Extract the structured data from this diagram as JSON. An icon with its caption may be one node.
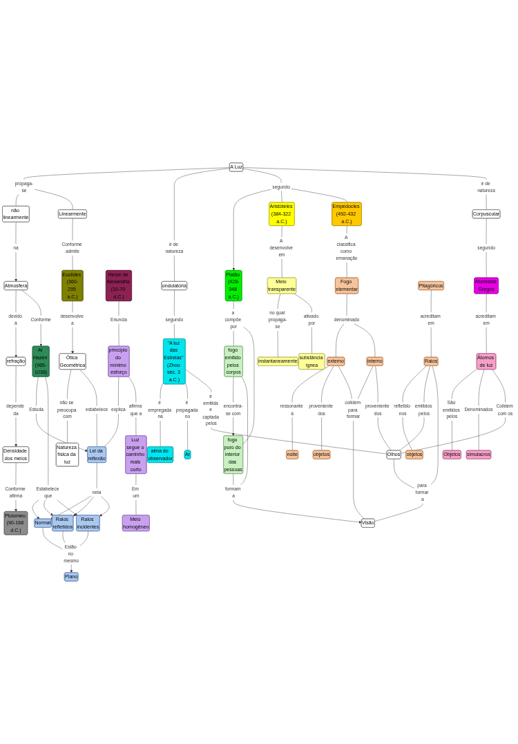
{
  "diagram": {
    "nodes": [
      {
        "text": [
          "A Luz"
        ]
      },
      {
        "text": [
          "propaga-se"
        ]
      },
      {
        "text": [
          "é de natureza"
        ]
      },
      {
        "text": [
          "segundo"
        ]
      },
      {
        "text": [
          "é de natureza"
        ]
      },
      {
        "text": [
          "não linearmente"
        ]
      },
      {
        "text": [
          "Linearmente"
        ]
      },
      {
        "text": [
          "na"
        ]
      },
      {
        "text": [
          "Atmosfera"
        ]
      },
      {
        "text": [
          "devido à"
        ]
      },
      {
        "text": [
          "refração"
        ]
      },
      {
        "text": [
          "depende da"
        ]
      },
      {
        "text": [
          "Densidade dos meios"
        ]
      },
      {
        "text": [
          "Conforme afirma"
        ]
      },
      {
        "text": [
          "Ptolomeu (90-168 d.C.)"
        ]
      },
      {
        "text": [
          "Conforme"
        ]
      },
      {
        "text": [
          "Al Hazen (965-1038)"
        ]
      },
      {
        "text": [
          "Estuda"
        ]
      },
      {
        "text": [
          "Estabelece que"
        ]
      },
      {
        "text": [
          "Lei da reflexão"
        ]
      },
      {
        "text": [
          "nela"
        ]
      },
      {
        "text": [
          "Normal"
        ]
      },
      {
        "text": [
          "Raios refletidos"
        ]
      },
      {
        "text": [
          "Raios incidentes"
        ]
      },
      {
        "text": [
          "Estão no mesmo"
        ]
      },
      {
        "text": [
          "Plano"
        ]
      },
      {
        "text": [
          "Conforme admite"
        ]
      },
      {
        "text": [
          "Euclides (360-295 a.C.)"
        ]
      },
      {
        "text": [
          "desenvolve a"
        ]
      },
      {
        "text": [
          "Ótica Geométrica"
        ]
      },
      {
        "text": [
          "não se preocupa com"
        ]
      },
      {
        "text": [
          "Natureza física da luz"
        ]
      },
      {
        "text": [
          "estabelece"
        ]
      },
      {
        "text": [
          "Heron de Alexandria (10-70 d.C.)"
        ]
      },
      {
        "text": [
          "Enuncia"
        ]
      },
      {
        "text": [
          "princípio do mínimo esforço"
        ]
      },
      {
        "text": [
          "explica"
        ]
      },
      {
        "text": [
          "afirma que a"
        ]
      },
      {
        "text": [
          "Luz segue o caminho mais curto"
        ]
      },
      {
        "text": [
          "Em um"
        ]
      },
      {
        "text": [
          "Meio homogêneo"
        ]
      },
      {
        "text": [
          "ondulatória"
        ]
      },
      {
        "text": [
          "segundo"
        ]
      },
      {
        "text": [
          "\"A luz das Estrelas\" (Zhou séc. 3 a.C.)"
        ]
      },
      {
        "text": [
          "é empregada na"
        ]
      },
      {
        "text": [
          "alma do observador"
        ]
      },
      {
        "text": [
          "é propagada no"
        ]
      },
      {
        "text": [
          "Ar"
        ]
      },
      {
        "text": [
          "é emitida e captada pelos"
        ]
      },
      {
        "text": [
          "Platão (428-348 a.C.)"
        ]
      },
      {
        "text": [
          "a compõe por"
        ]
      },
      {
        "text": [
          "fogo emitido pelos corpos"
        ]
      },
      {
        "text": [
          "fogo puro do interior das pessoas"
        ]
      },
      {
        "text": [
          "encontra-se com"
        ]
      },
      {
        "text": [
          "formam a"
        ]
      },
      {
        "text": [
          "Visão"
        ]
      },
      {
        "text": [
          "Aristóteles (384-322 a.C.)"
        ]
      },
      {
        "text": [
          "A desenvolve em"
        ]
      },
      {
        "text": [
          "Meio transparente"
        ]
      },
      {
        "text": [
          "no qual propaga-se"
        ]
      },
      {
        "text": [
          "instantaneamente"
        ]
      },
      {
        "text": [
          "ativado por"
        ]
      },
      {
        "text": [
          "substância ígnea"
        ]
      },
      {
        "text": [
          "Empédocles (492-432 a.C.)"
        ]
      },
      {
        "text": [
          "A classifica como emanação"
        ]
      },
      {
        "text": [
          "Fogo elementar"
        ]
      },
      {
        "text": [
          "denominado"
        ]
      },
      {
        "text": [
          "externo"
        ]
      },
      {
        "text": [
          "interno"
        ]
      },
      {
        "text": [
          "ressonante à"
        ]
      },
      {
        "text": [
          "noite"
        ]
      },
      {
        "text": [
          "proveniente dos"
        ]
      },
      {
        "text": [
          "objetos"
        ]
      },
      {
        "text": [
          "colidem para formar"
        ]
      },
      {
        "text": [
          "proveniente dos"
        ]
      },
      {
        "text": [
          "Olhos"
        ]
      },
      {
        "text": [
          "Pitagóricos"
        ]
      },
      {
        "text": [
          "acreditam em"
        ]
      },
      {
        "text": [
          "Raios"
        ]
      },
      {
        "text": [
          "refletido nos"
        ]
      },
      {
        "text": [
          "objetos"
        ]
      },
      {
        "text": [
          "emitidos pelos"
        ]
      },
      {
        "text": [
          "para formar a"
        ]
      },
      {
        "text": [
          "Corpuscular"
        ]
      },
      {
        "text": [
          "segundo"
        ]
      },
      {
        "text": [
          "Atomistas Gregos"
        ]
      },
      {
        "text": [
          "acreditam em"
        ]
      },
      {
        "text": [
          "Átomos de luz"
        ]
      },
      {
        "text": [
          "São emitidos pelos"
        ]
      },
      {
        "text": [
          "Objetos"
        ]
      },
      {
        "text": [
          "Denominados"
        ]
      },
      {
        "text": [
          "simulacros"
        ]
      },
      {
        "text": [
          "Colidem com os"
        ]
      }
    ],
    "edges": [
      {
        "from": 0,
        "to": 1,
        "arrow": "none"
      },
      {
        "from": 0,
        "to": 2,
        "arrow": "none"
      },
      {
        "from": 0,
        "to": 3,
        "arrow": "none"
      },
      {
        "from": 0,
        "to": 4,
        "arrow": "none"
      },
      {
        "from": 1,
        "to": 5,
        "arrow": "none"
      },
      {
        "from": 1,
        "to": 6,
        "arrow": "none"
      },
      {
        "from": 5,
        "to": 7,
        "arrow": "none"
      },
      {
        "from": 7,
        "to": 8,
        "arrow": "to"
      },
      {
        "from": 8,
        "to": 9,
        "arrow": "none"
      },
      {
        "from": 9,
        "to": 10,
        "arrow": "to"
      },
      {
        "from": 10,
        "to": 11,
        "arrow": "none"
      },
      {
        "from": 11,
        "to": 12,
        "arrow": "to"
      },
      {
        "from": 12,
        "to": 13,
        "arrow": "none"
      },
      {
        "from": 13,
        "to": 14,
        "arrow": "to"
      },
      {
        "from": 8,
        "to": 15,
        "arrow": "none"
      },
      {
        "from": 15,
        "to": 16,
        "arrow": "to"
      },
      {
        "from": 16,
        "to": 17,
        "arrow": "none"
      },
      {
        "from": 17,
        "to": 19,
        "arrow": "to"
      },
      {
        "from": 16,
        "to": 18,
        "arrow": "none"
      },
      {
        "from": 18,
        "to": 21,
        "arrow": "to"
      },
      {
        "from": 18,
        "to": 22,
        "arrow": "to"
      },
      {
        "from": 18,
        "to": 23,
        "arrow": "to"
      },
      {
        "from": 19,
        "to": 20,
        "arrow": "none"
      },
      {
        "from": 20,
        "to": 21,
        "arrow": "to"
      },
      {
        "from": 20,
        "to": 22,
        "arrow": "to"
      },
      {
        "from": 20,
        "to": 23,
        "arrow": "to"
      },
      {
        "from": 21,
        "to": 24,
        "arrow": "none"
      },
      {
        "from": 22,
        "to": 24,
        "arrow": "none"
      },
      {
        "from": 23,
        "to": 24,
        "arrow": "none"
      },
      {
        "from": 24,
        "to": 25,
        "arrow": "to"
      },
      {
        "from": 6,
        "to": 26,
        "arrow": "none"
      },
      {
        "from": 26,
        "to": 27,
        "arrow": "none"
      },
      {
        "from": 27,
        "to": 28,
        "arrow": "none"
      },
      {
        "from": 28,
        "to": 29,
        "arrow": "to"
      },
      {
        "from": 29,
        "to": 30,
        "arrow": "none"
      },
      {
        "from": 30,
        "to": 31,
        "arrow": "none"
      },
      {
        "from": 29,
        "to": 32,
        "arrow": "none"
      },
      {
        "from": 32,
        "to": 19,
        "arrow": "none"
      },
      {
        "from": 33,
        "to": 34,
        "arrow": "none"
      },
      {
        "from": 34,
        "to": 35,
        "arrow": "none"
      },
      {
        "from": 35,
        "to": 36,
        "arrow": "none"
      },
      {
        "from": 36,
        "to": 19,
        "arrow": "none"
      },
      {
        "from": 35,
        "to": 37,
        "arrow": "none"
      },
      {
        "from": 37,
        "to": 38,
        "arrow": "none"
      },
      {
        "from": 38,
        "to": 39,
        "arrow": "none"
      },
      {
        "from": 39,
        "to": 40,
        "arrow": "none"
      },
      {
        "from": 2,
        "to": 41,
        "arrow": "none"
      },
      {
        "from": 41,
        "to": 42,
        "arrow": "none"
      },
      {
        "from": 42,
        "to": 43,
        "arrow": "none"
      },
      {
        "from": 43,
        "to": 44,
        "arrow": "none"
      },
      {
        "from": 44,
        "to": 45,
        "arrow": "none"
      },
      {
        "from": 43,
        "to": 46,
        "arrow": "none"
      },
      {
        "from": 46,
        "to": 47,
        "arrow": "none"
      },
      {
        "from": 43,
        "to": 48,
        "arrow": "none"
      },
      {
        "from": 48,
        "to": 75,
        "arrow": "none"
      },
      {
        "from": 3,
        "to": 49,
        "arrow": "to"
      },
      {
        "from": 3,
        "to": 56,
        "arrow": "none"
      },
      {
        "from": 3,
        "to": 63,
        "arrow": "none"
      },
      {
        "from": 49,
        "to": 50,
        "arrow": "none"
      },
      {
        "from": 50,
        "to": 51,
        "arrow": "none"
      },
      {
        "from": 50,
        "to": 52,
        "arrow": "none"
      },
      {
        "from": 51,
        "to": 53,
        "arrow": "none"
      },
      {
        "from": 53,
        "to": 52,
        "arrow": "to"
      },
      {
        "from": 51,
        "to": 54,
        "arrow": "none"
      },
      {
        "from": 52,
        "to": 54,
        "arrow": "none"
      },
      {
        "from": 54,
        "to": 55,
        "arrow": "to"
      },
      {
        "from": 56,
        "to": 57,
        "arrow": "none"
      },
      {
        "from": 57,
        "to": 58,
        "arrow": "none"
      },
      {
        "from": 58,
        "to": 59,
        "arrow": "none"
      },
      {
        "from": 59,
        "to": 60,
        "arrow": "none"
      },
      {
        "from": 58,
        "to": 61,
        "arrow": "none"
      },
      {
        "from": 61,
        "to": 62,
        "arrow": "none"
      },
      {
        "from": 63,
        "to": 64,
        "arrow": "none"
      },
      {
        "from": 64,
        "to": 65,
        "arrow": "none"
      },
      {
        "from": 65,
        "to": 66,
        "arrow": "none"
      },
      {
        "from": 66,
        "to": 67,
        "arrow": "none"
      },
      {
        "from": 66,
        "to": 68,
        "arrow": "none"
      },
      {
        "from": 67,
        "to": 69,
        "arrow": "none"
      },
      {
        "from": 69,
        "to": 70,
        "arrow": "none"
      },
      {
        "from": 67,
        "to": 71,
        "arrow": "none"
      },
      {
        "from": 71,
        "to": 72,
        "arrow": "none"
      },
      {
        "from": 67,
        "to": 73,
        "arrow": "none"
      },
      {
        "from": 68,
        "to": 73,
        "arrow": "none"
      },
      {
        "from": 73,
        "to": 55,
        "arrow": "none"
      },
      {
        "from": 68,
        "to": 74,
        "arrow": "none"
      },
      {
        "from": 74,
        "to": 75,
        "arrow": "none"
      },
      {
        "from": 76,
        "to": 77,
        "arrow": "none"
      },
      {
        "from": 77,
        "to": 78,
        "arrow": "none"
      },
      {
        "from": 78,
        "to": 79,
        "arrow": "none"
      },
      {
        "from": 79,
        "to": 80,
        "arrow": "none"
      },
      {
        "from": 78,
        "to": 81,
        "arrow": "none"
      },
      {
        "from": 81,
        "to": 75,
        "arrow": "none"
      },
      {
        "from": 78,
        "to": 82,
        "arrow": "none"
      },
      {
        "from": 75,
        "to": 82,
        "arrow": "none"
      },
      {
        "from": 82,
        "to": 55,
        "arrow": "none"
      },
      {
        "from": 4,
        "to": 83,
        "arrow": "none"
      },
      {
        "from": 83,
        "to": 84,
        "arrow": "none"
      },
      {
        "from": 84,
        "to": 85,
        "arrow": "none"
      },
      {
        "from": 85,
        "to": 86,
        "arrow": "none"
      },
      {
        "from": 86,
        "to": 87,
        "arrow": "none"
      },
      {
        "from": 87,
        "to": 88,
        "arrow": "none"
      },
      {
        "from": 88,
        "to": 89,
        "arrow": "none"
      },
      {
        "from": 87,
        "to": 90,
        "arrow": "none"
      },
      {
        "from": 90,
        "to": 91,
        "arrow": "none"
      },
      {
        "from": 87,
        "to": 92,
        "arrow": "none"
      },
      {
        "from": 92,
        "to": 75,
        "arrow": "none"
      }
    ]
  }
}
